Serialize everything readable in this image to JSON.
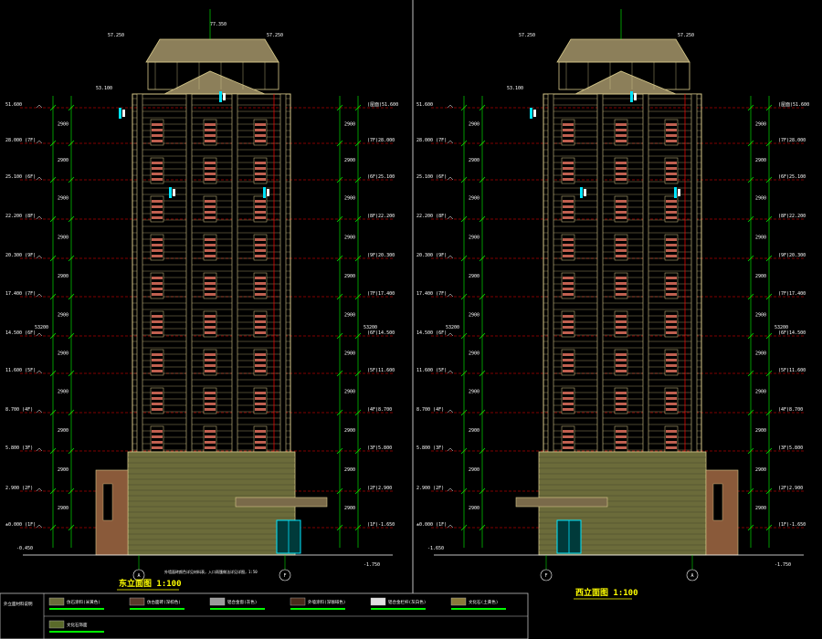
{
  "colors": {
    "background": "#000000",
    "building_outline": "#d7c98a",
    "level_line": "#ff0000",
    "dim_line": "#00ff00",
    "accent_cyan": "#00e5ff",
    "base_fill": "#6b6b3a",
    "roof_fill": "#8c7f5a",
    "balcony": "#c06050",
    "divider": "#bfbfbf",
    "title": "#ffff00"
  },
  "east": {
    "title": "东立面图 1:100",
    "top_elev_left": "57.250",
    "top_elev_right": "57.250",
    "roof_mid": "53.100",
    "roof_peak": "77.350",
    "levels_left": [
      "51.600",
      "28.000 (7F)",
      "25.100 (6F)",
      "22.200 (8F)",
      "20.300 (9F)",
      "17.400 (7F)",
      "14.500 (6F)",
      "11.600 (5F)",
      "8.700 (4F)",
      "5.800 (3F)",
      "2.900 (2F)",
      "±0.000 (1F)"
    ],
    "levels_right": [
      "(屋面)51.600",
      "(7F)28.000",
      "(6F)25.100",
      "(8F)22.200",
      "(9F)20.300",
      "(7F)17.400",
      "(6F)14.500",
      "(5F)11.600",
      "(4F)8.700",
      "(3F)5.800",
      "(2F)2.900",
      "(1F)-1.650"
    ],
    "base_elev": "-0.450",
    "ground_elev": "-1.750",
    "total_height": "53200",
    "axis_a": "A",
    "axis_f": "F",
    "note": "外墙面砖颜色详见材料表，入口雨篷做法详见详图，1:50"
  },
  "west": {
    "title": "西立面图 1:100",
    "top_elev_left": "57.250",
    "top_elev_right": "57.250",
    "roof_mid": "53.100",
    "levels_left": [
      "51.600",
      "28.000 (7F)",
      "25.100 (6F)",
      "22.200 (8F)",
      "20.300 (9F)",
      "17.400 (7F)",
      "14.500 (6F)",
      "11.600 (5F)",
      "8.700 (4F)",
      "5.800 (3F)",
      "2.900 (2F)",
      "±0.000 (1F)"
    ],
    "levels_right": [
      "(屋面)51.600",
      "(7F)28.000",
      "(6F)25.100",
      "(8F)22.200",
      "(9F)20.300",
      "(7F)17.400",
      "(6F)14.500",
      "(5F)11.600",
      "(4F)8.700",
      "(3F)5.800",
      "(2F)2.900",
      "(1F)-1.650"
    ],
    "base_elev": "-1.650",
    "ground_elev": "-1.750",
    "total_height": "53200",
    "axis_a": "A",
    "axis_f": "F"
  },
  "legend": {
    "label": "外立面材料说明",
    "items": [
      "仿石涂料(米黄色)",
      "仿古面砖(深棕色)",
      "铝合金窗(灰色)",
      "外墙涂料(深咖啡色)",
      "铝合金栏杆(灰白色)",
      "文化石(土黄色)",
      "文化石饰面"
    ]
  }
}
